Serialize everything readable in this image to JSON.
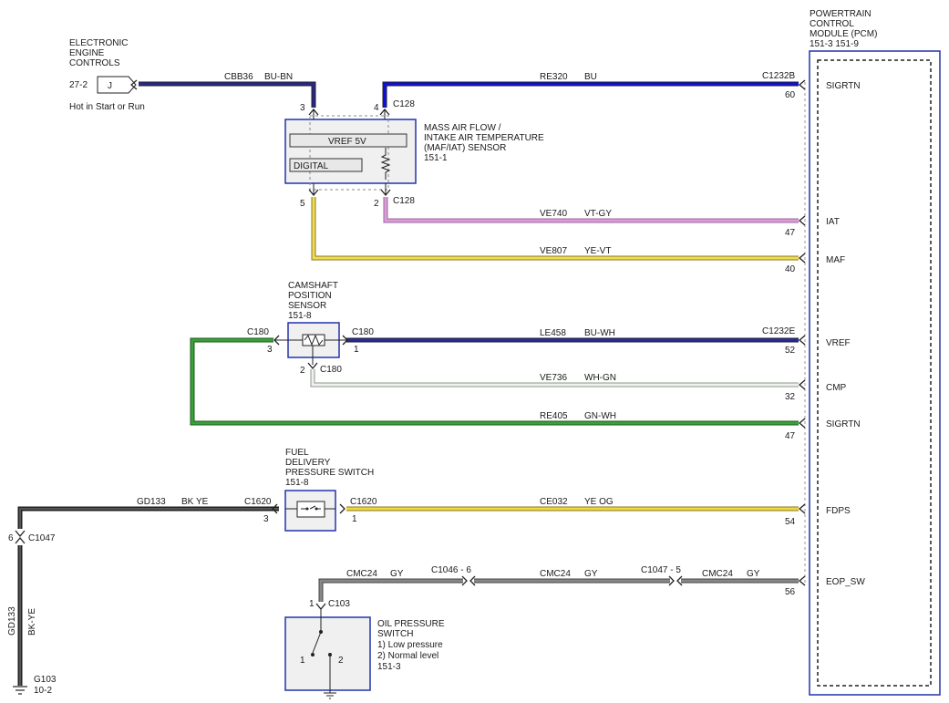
{
  "eec": {
    "title_lines": [
      "ELECTRONIC",
      "ENGINE",
      "CONTROLS"
    ],
    "ref": "27-2",
    "connector_letter": "J",
    "note": "Hot in Start or Run"
  },
  "pcm": {
    "title_lines": [
      "POWERTRAIN",
      "CONTROL",
      "MODULE (PCM)",
      "151-3   151-9"
    ],
    "pins": [
      {
        "label": "SIGRTN",
        "num": "60"
      },
      {
        "label": "IAT",
        "num": "47"
      },
      {
        "label": "MAF",
        "num": "40"
      },
      {
        "label": "VREF",
        "num": "52"
      },
      {
        "label": "CMP",
        "num": "32"
      },
      {
        "label": "SIGRTN",
        "num": "47"
      },
      {
        "label": "FDPS",
        "num": "54"
      },
      {
        "label": "EOP_SW",
        "num": "56"
      }
    ],
    "connectors": [
      "C1232B",
      "C1232E"
    ]
  },
  "maf": {
    "title_lines": [
      "MASS AIR FLOW /",
      "INTAKE AIR TEMPERATURE",
      "(MAF/IAT) SENSOR",
      "151-1"
    ],
    "vref_label": "VREF 5V",
    "digital_label": "DIGITAL",
    "pins": [
      "3",
      "4",
      "5",
      "2"
    ],
    "connector": "C128"
  },
  "cmp": {
    "title_lines": [
      "CAMSHAFT",
      "POSITION",
      "SENSOR",
      "151-8"
    ],
    "pins": [
      "3",
      "1",
      "2"
    ],
    "connector": "C180"
  },
  "fdps": {
    "title_lines": [
      "FUEL",
      "DELIVERY",
      "PRESSURE SWITCH",
      "151-8"
    ],
    "pins": [
      "3",
      "1"
    ],
    "connector": "C1620"
  },
  "oil": {
    "title_lines": [
      "OIL PRESSURE",
      "SWITCH",
      "1) Low pressure",
      "2) Normal level",
      "151-3"
    ],
    "pins": [
      "1",
      "1",
      "2"
    ],
    "connector": "C103"
  },
  "wires": [
    {
      "circuit": "CBB36",
      "color": "BU-BN"
    },
    {
      "circuit": "RE320",
      "color": "BU"
    },
    {
      "circuit": "VE740",
      "color": "VT-GY"
    },
    {
      "circuit": "VE807",
      "color": "YE-VT"
    },
    {
      "circuit": "LE458",
      "color": "BU-WH"
    },
    {
      "circuit": "VE736",
      "color": "WH-GN"
    },
    {
      "circuit": "RE405",
      "color": "GN-WH"
    },
    {
      "circuit": "GD133",
      "color": "BK YE"
    },
    {
      "circuit": "CE032",
      "color": "YE OG"
    },
    {
      "circuit": "CMC24",
      "color": "GY"
    },
    {
      "circuit": "CMC24",
      "color": "GY"
    },
    {
      "circuit": "CMC24",
      "color": "GY"
    }
  ],
  "inline_connectors": {
    "c1047": "C1047",
    "c1047_pin": "6",
    "c1046": "C1046 - 6",
    "c1047b": "C1047 - 5"
  },
  "ground": {
    "circuit": "GD133",
    "color": "BK-YE",
    "ref": "G103",
    "page": "10-2"
  },
  "colors": {
    "frame": "#2233aa",
    "bu_bn": "#2a2590",
    "bu": "#1010dd",
    "vt_gy": "#cc88cc",
    "ye_vt": "#e8d040",
    "bu_wh": "#2a2aa0",
    "wh_gn": "#909a90",
    "gn_wh": "#1e7a1e",
    "bk_ye": "#1a1a1a",
    "ye_og": "#e0c830",
    "gy": "#707070"
  }
}
